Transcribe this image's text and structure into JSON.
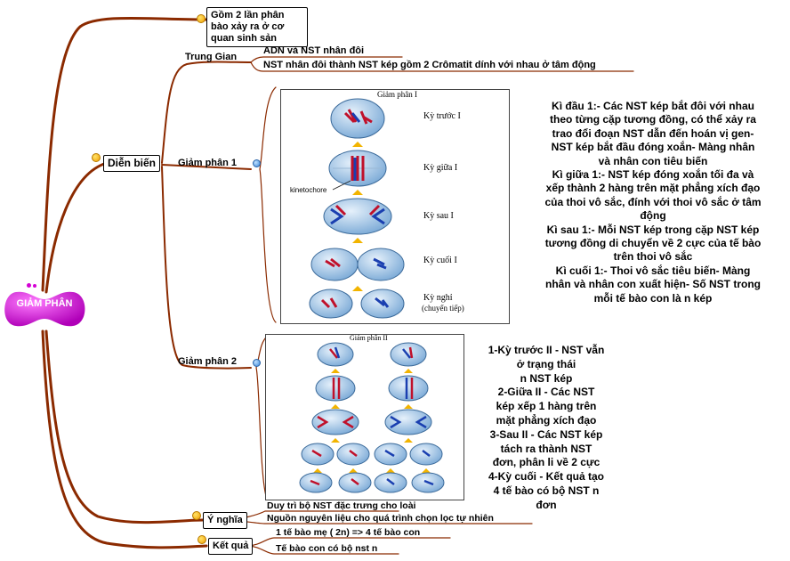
{
  "root": {
    "label": "GIẢM PHÂN",
    "color": "#d400d4"
  },
  "line_color": "#8b2a00",
  "gom": {
    "line1": "Gồm 2 lần phân",
    "line2": "bào xảy ra ở cơ",
    "line3": "quan sinh sản"
  },
  "dien_bien": {
    "label": "Diễn biến"
  },
  "trung_gian": {
    "label": "Trung Gian",
    "items": [
      "ADN và NST nhân đôi",
      "NST nhân đôi thành NST kép gồm 2 Crômatit dính với nhau ở tâm động"
    ]
  },
  "gp1": {
    "label": "Giảm phân 1",
    "image": {
      "title": "Giảm phân I",
      "kinetochore": "kinetochore",
      "stages": [
        "Kỳ trước I",
        "Kỳ giữa I",
        "Kỳ sau I",
        "Kỳ cuối I",
        "Kỳ nghỉ",
        "(chuyển tiếp)"
      ]
    },
    "note_lines": [
      "Kì đầu 1:- Các NST kép bắt đôi với nhau",
      "theo từng cặp tương đồng, có thể xảy ra",
      "trao đổi đoạn NST dẫn đến hoán vị gen-",
      "NST kép bắt đầu đóng xoắn- Màng nhân",
      "và nhân con tiêu biến",
      "Kì giữa 1:- NST kép đóng xoắn tối đa và",
      "xếp thành 2 hàng trên mặt phẳng xích đạo",
      "của thoi vô sắc, đính với thoi vô sắc ở tâm",
      "động",
      "Kì sau 1:- Mỗi NST kép trong cặp NST kép",
      "tương đồng di chuyển về 2 cực của tế bào",
      "trên thoi vô sắc",
      "Kì cuối 1:- Thoi vô sắc tiêu biến- Màng",
      "nhân và nhân con xuất hiện- Số NST trong",
      "mỗi tế bào con là n kép"
    ]
  },
  "gp2": {
    "label": "Giảm phân 2",
    "image": {
      "title": "Giảm phân II"
    },
    "note_lines": [
      "1-Kỳ trước II - NST vẫn",
      "ở trạng thái",
      "n NST kép",
      "2-Giữa II - Các NST",
      "kép xếp 1 hàng trên",
      "mặt phẳng xích đạo",
      "3-Sau II - Các NST kép",
      "tách ra thành NST",
      "đơn, phân li về 2 cực",
      "4-Kỳ cuối - Kết quả tạo",
      "4 tế bào có bộ NST n",
      "đơn"
    ]
  },
  "y_nghia": {
    "label": "Ý nghĩa",
    "items": [
      "Duy trì bộ NST đặc trưng cho loài",
      "Nguồn nguyên liệu cho quá trình chọn lọc tự nhiên"
    ]
  },
  "ket_qua": {
    "label": "Kết quả",
    "items": [
      "1 tế bào mẹ ( 2n) => 4 tế bào con",
      "Tế bào con có bộ nst n"
    ]
  }
}
